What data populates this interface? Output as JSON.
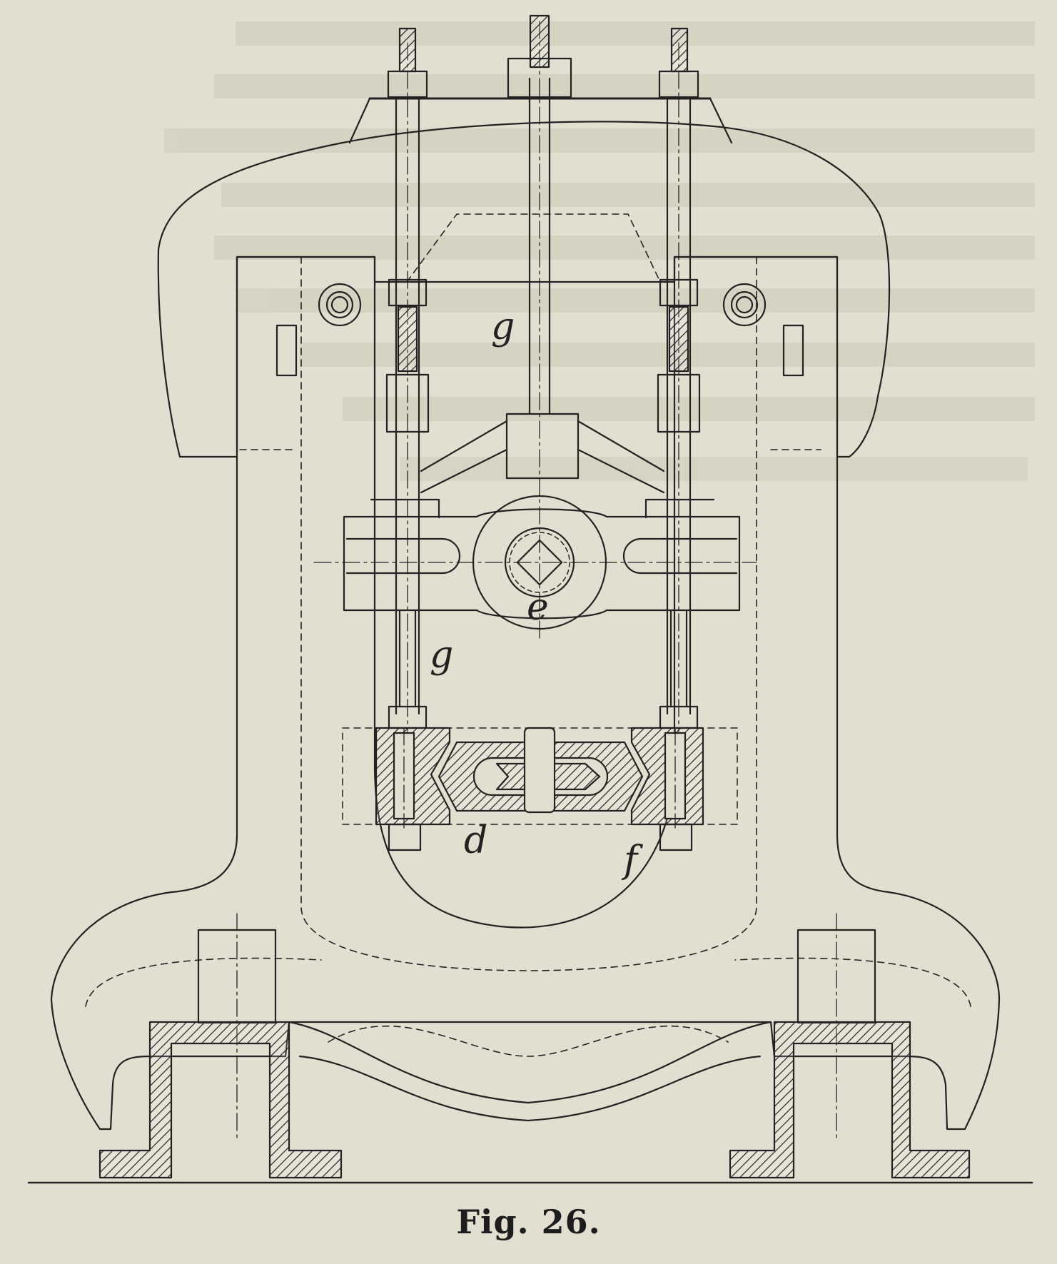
{
  "figure": {
    "caption": "Fig. 26.",
    "labels": {
      "g_upper": "g",
      "g_lower": "g",
      "e": "e",
      "d": "d",
      "f": "f"
    }
  },
  "colors": {
    "paper": "#e2dfd0",
    "ink": "#222222",
    "ghost_text": "#cdcab9"
  }
}
